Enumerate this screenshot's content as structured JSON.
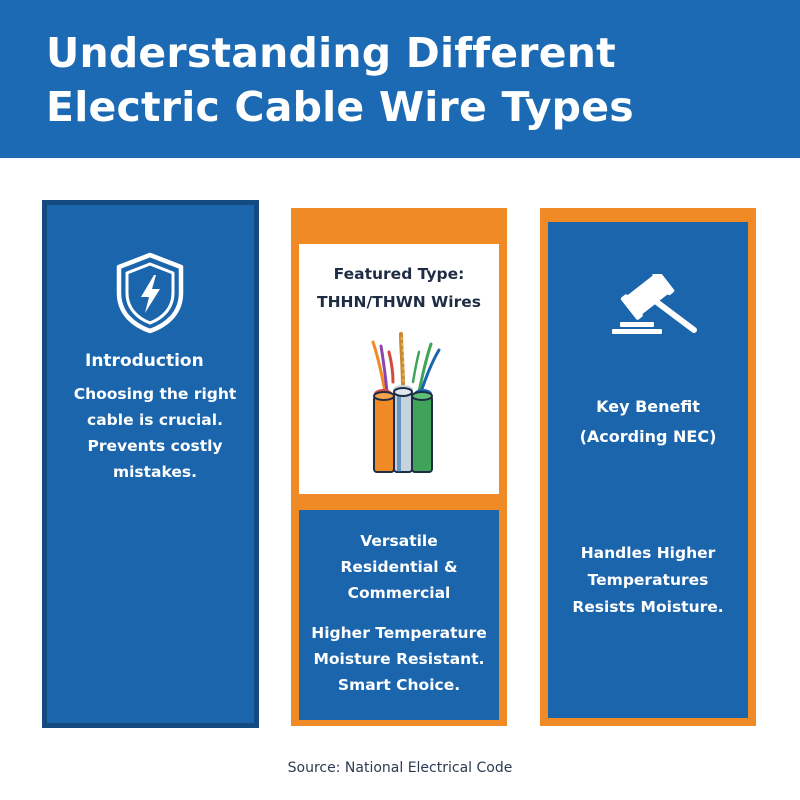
{
  "header": {
    "title_lines": [
      "Understanding Different",
      "Electric Cable Wire Types"
    ]
  },
  "intro": {
    "heading": "Introduction",
    "lines": [
      "Choosing the right",
      "cable is crucial.",
      "Prevents costly",
      "mistakes."
    ]
  },
  "featured": {
    "heading_lines": [
      "Featured Type:",
      "THHN/THWN Wires"
    ],
    "info_lines_1": [
      "Versatile",
      "Residential &",
      "Commercial"
    ],
    "info_lines_2": [
      "Higher Temperature",
      "Moisture Resistant.",
      "Smart Choice."
    ]
  },
  "benefit": {
    "heading_lines": [
      "Key Benefit",
      "(Acording NEC)"
    ],
    "lines": [
      "Handles Higher",
      "Temperatures",
      "Resists Moisture."
    ]
  },
  "source": "Source: National Electrical Code",
  "icons": {
    "intro": "shield-lightning-icon",
    "featured": "wire-cable-icon",
    "benefit": "gavel-icon"
  },
  "colors": {
    "header_blue": "#1b6ab3",
    "panel_blue": "#1b65ad",
    "border_dark_blue": "#134a80",
    "accent_orange": "#f08a24",
    "wire_orange": "#f08a24",
    "wire_gray": "#c6d3de",
    "wire_green": "#3fa45a"
  }
}
